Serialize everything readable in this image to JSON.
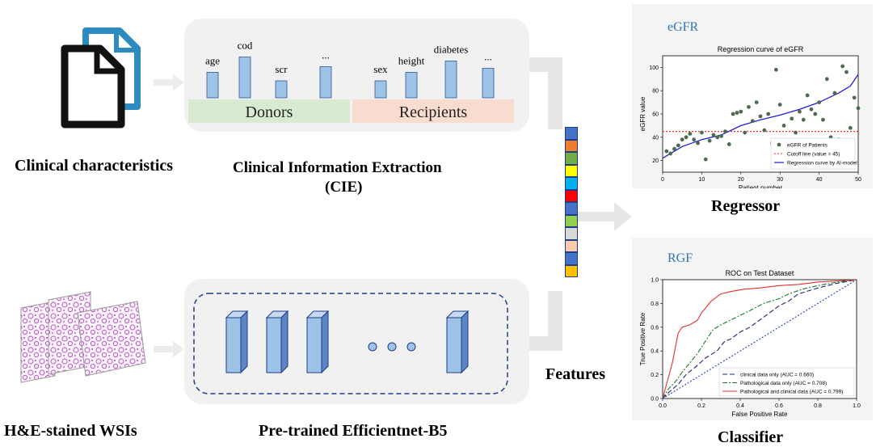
{
  "captions": {
    "clinical_characteristics": "Clinical characteristics",
    "cie_line1": "Clinical Information Extraction",
    "cie_line2": "(CIE)",
    "wsi": "H&E-stained WSIs",
    "efficientnet": "Pre-trained  Efficientnet-B5",
    "features": "Features",
    "regressor": "Regressor",
    "classifier": "Classifier"
  },
  "cie": {
    "bars": [
      {
        "label": "age",
        "group": "donor",
        "value": 0.45
      },
      {
        "label": "cod",
        "group": "donor",
        "value": 0.72
      },
      {
        "label": "scr",
        "group": "donor",
        "value": 0.3
      },
      {
        "label": "...",
        "group": "donor",
        "value": 0.55
      },
      {
        "label": "sex",
        "group": "recipient",
        "value": 0.3
      },
      {
        "label": "height",
        "group": "recipient",
        "value": 0.45
      },
      {
        "label": "diabetes",
        "group": "recipient",
        "value": 0.65
      },
      {
        "label": "...",
        "group": "recipient",
        "value": 0.52
      }
    ],
    "donors_label": "Donors",
    "recipients_label": "Recipients",
    "colors": {
      "bar": "#9dc3e6",
      "donors_band": "#d9ead3",
      "recipients_band": "#f9dcd0"
    }
  },
  "feature_vector": {
    "colors": [
      "#4472c4",
      "#ed7d31",
      "#70ad47",
      "#ffff00",
      "#00b0f0",
      "#ff0000",
      "#4472c4",
      "#92d050",
      "#d9d9d9",
      "#f8cbad",
      "#4472c4",
      "#ffc000"
    ]
  },
  "efficientnet": {
    "dots": "• • •"
  },
  "regressor_panel": {
    "tag": "eGFR",
    "chart_data": {
      "type": "scatter",
      "title": "Regression curve of eGFR",
      "xlabel": "Patient number",
      "ylabel": "eGFR value",
      "xlim": [
        0,
        50
      ],
      "ylim": [
        10,
        110
      ],
      "xticks": [
        0,
        10,
        20,
        30,
        40,
        50
      ],
      "yticks": [
        20,
        40,
        60,
        80,
        100
      ],
      "legend_position": "bottom-right",
      "series": [
        {
          "name": "eGFR of Patients",
          "kind": "scatter",
          "color": "#4f6b4f",
          "x": [
            1,
            2,
            3,
            4,
            5,
            6,
            7,
            8,
            9,
            10,
            11,
            12,
            13,
            14,
            15,
            16,
            17,
            18,
            19,
            20,
            21,
            22,
            23,
            24,
            25,
            26,
            27,
            28,
            29,
            30,
            31,
            32,
            33,
            34,
            35,
            36,
            37,
            38,
            39,
            40,
            41,
            42,
            43,
            44,
            45,
            46,
            47,
            48,
            49,
            50
          ],
          "y": [
            28,
            26,
            30,
            33,
            38,
            40,
            43,
            38,
            35,
            44,
            21,
            37,
            42,
            40,
            41,
            45,
            34,
            60,
            61,
            62,
            44,
            66,
            54,
            70,
            58,
            46,
            60,
            35,
            98,
            68,
            50,
            36,
            56,
            44,
            62,
            55,
            76,
            64,
            60,
            70,
            55,
            90,
            40,
            78,
            38,
            101,
            96,
            48,
            74,
            65
          ]
        },
        {
          "name": "Cutoff line (value = 45)",
          "kind": "hline",
          "color": "#e8302a",
          "y": 45
        },
        {
          "name": "Regression curve by AI-model",
          "kind": "line",
          "color": "#1f1fd0",
          "x": [
            0,
            5,
            10,
            15,
            20,
            25,
            30,
            35,
            40,
            45,
            48,
            50
          ],
          "y": [
            22,
            32,
            38,
            42,
            50,
            55,
            59,
            64,
            70,
            78,
            84,
            94
          ]
        }
      ]
    }
  },
  "classifier_panel": {
    "tag": "RGF",
    "chart_data": {
      "type": "line",
      "title": "ROC on Test Dataset",
      "xlabel": "False Positive Rate",
      "ylabel": "True Positive Rate",
      "xlim": [
        0,
        1
      ],
      "ylim": [
        0,
        1
      ],
      "xticks": [
        0.0,
        0.2,
        0.4,
        0.6,
        0.8,
        1.0
      ],
      "yticks": [
        0.0,
        0.2,
        0.4,
        0.6,
        0.8,
        1.0
      ],
      "legend_position": "bottom-right",
      "series": [
        {
          "name": "clinical data only (AUC = 0.660)",
          "color": "#1a237e",
          "dash": "6,3",
          "x": [
            0,
            0.03,
            0.08,
            0.12,
            0.18,
            0.22,
            0.28,
            0.32,
            0.35,
            0.4,
            0.45,
            0.5,
            0.55,
            0.6,
            0.65,
            0.7,
            0.8,
            0.9,
            1.0
          ],
          "y": [
            0,
            0.05,
            0.12,
            0.2,
            0.28,
            0.34,
            0.4,
            0.48,
            0.5,
            0.56,
            0.6,
            0.66,
            0.72,
            0.78,
            0.82,
            0.88,
            0.93,
            0.97,
            1.0
          ]
        },
        {
          "name": "Pathological data only (AUC = 0.708)",
          "color": "#1b7a2a",
          "dash": "6,2,2,2",
          "x": [
            0,
            0.03,
            0.07,
            0.1,
            0.15,
            0.18,
            0.22,
            0.26,
            0.3,
            0.35,
            0.4,
            0.45,
            0.52,
            0.6,
            0.65,
            0.72,
            0.8,
            0.9,
            1.0
          ],
          "y": [
            0,
            0.08,
            0.15,
            0.22,
            0.32,
            0.38,
            0.48,
            0.58,
            0.62,
            0.66,
            0.7,
            0.74,
            0.8,
            0.84,
            0.88,
            0.92,
            0.95,
            0.98,
            1.0
          ]
        },
        {
          "name": "Pathological and clinical data (AUC = 0.799)",
          "color": "#e8302a",
          "dash": "",
          "x": [
            0,
            0.02,
            0.05,
            0.08,
            0.1,
            0.14,
            0.18,
            0.2,
            0.25,
            0.3,
            0.35,
            0.42,
            0.5,
            0.6,
            0.7,
            0.8,
            0.9,
            1.0
          ],
          "y": [
            0,
            0.12,
            0.3,
            0.55,
            0.6,
            0.62,
            0.66,
            0.72,
            0.82,
            0.88,
            0.9,
            0.92,
            0.93,
            0.95,
            0.96,
            0.98,
            0.99,
            1.0
          ]
        },
        {
          "name": "",
          "color": "#2a3cc0",
          "dash": "2,2",
          "x": [
            0,
            1
          ],
          "y": [
            0,
            1
          ]
        }
      ]
    }
  }
}
